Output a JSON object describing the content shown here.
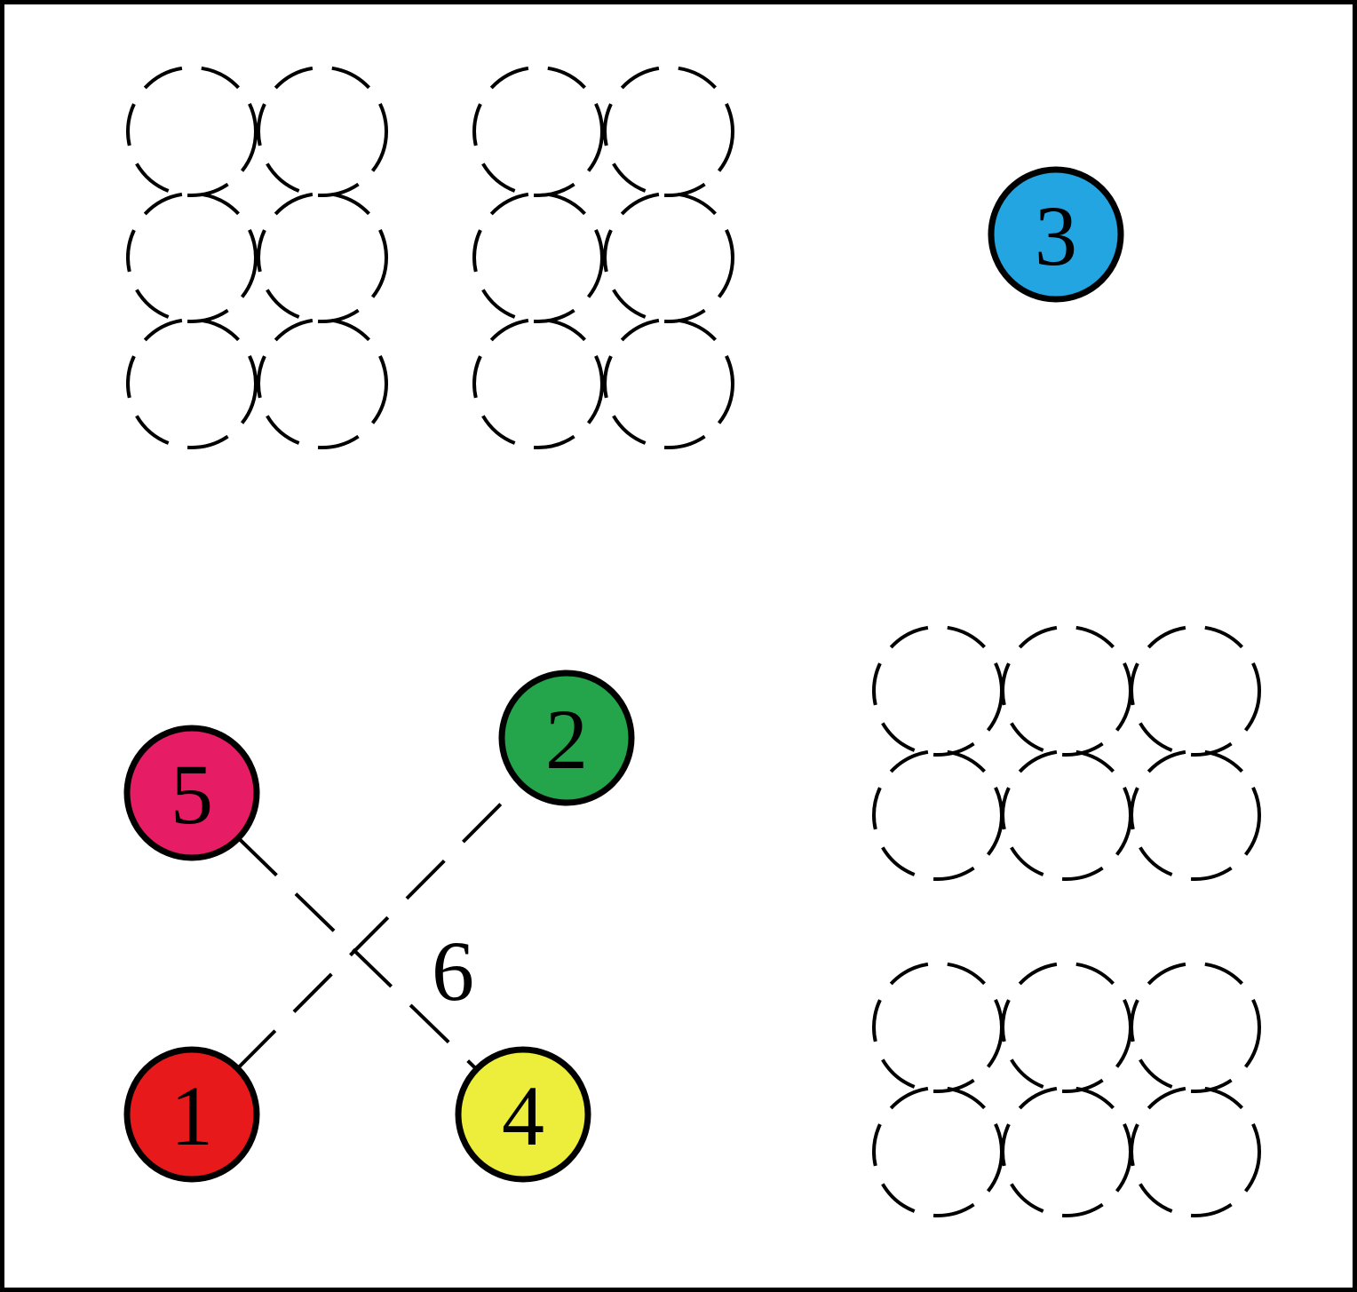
{
  "diagram": {
    "border_color": "#000000",
    "background_color": "#ffffff",
    "nodes": [
      {
        "id": "node-1",
        "label": "1",
        "color": "#e8191b"
      },
      {
        "id": "node-2",
        "label": "2",
        "color": "#24a44b"
      },
      {
        "id": "node-3",
        "label": "3",
        "color": "#22a5e0"
      },
      {
        "id": "node-4",
        "label": "4",
        "color": "#eded3c"
      },
      {
        "id": "node-5",
        "label": "5",
        "color": "#e61d64"
      }
    ],
    "free_label": "6",
    "connectors": [
      {
        "from": "node-1",
        "to": "node-2"
      },
      {
        "from": "node-5",
        "to": "node-4"
      }
    ],
    "dashed_circle_groups": [
      {
        "name": "group-top-left",
        "rows": 3,
        "cols": 2
      },
      {
        "name": "group-top-middle",
        "rows": 3,
        "cols": 2
      },
      {
        "name": "group-bottom-right-upper",
        "rows": 2,
        "cols": 3
      },
      {
        "name": "group-bottom-right-lower",
        "rows": 2,
        "cols": 3
      }
    ]
  }
}
